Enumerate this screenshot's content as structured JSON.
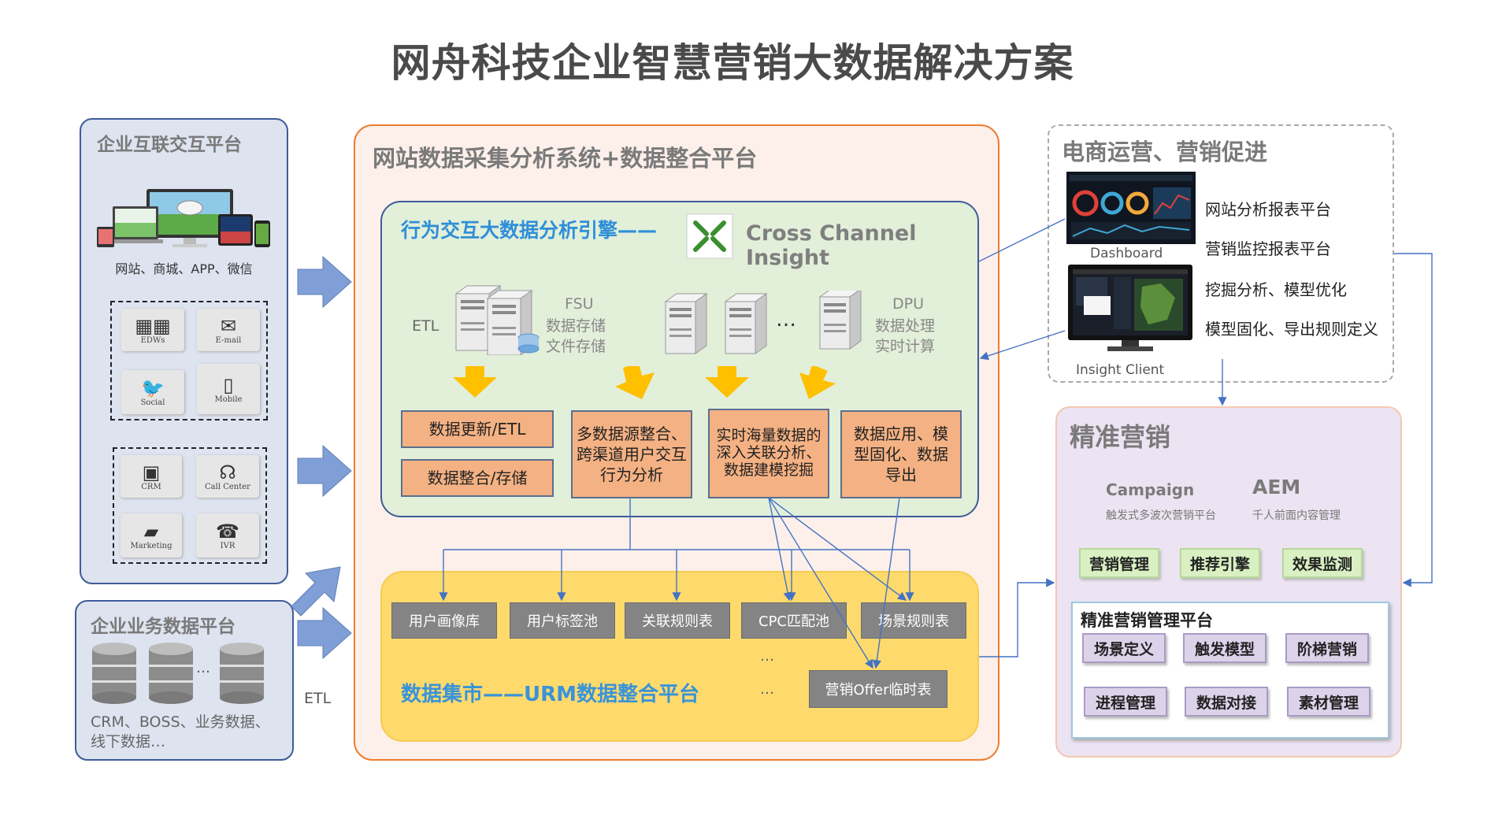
{
  "title": "网舟科技企业智慧营销大数据解决方案",
  "colors": {
    "blue_title": "#2f8fd8",
    "orange_box": "#f4b183",
    "gray_box": "#7f7f7f",
    "arrow_blue": "#7f9fd6",
    "arrow_yellow": "#ffc000"
  },
  "left_top": {
    "title": "企业互联交互平台",
    "devices_caption": "网站、商城、APP、微信",
    "icons1": [
      {
        "label": "EDWs",
        "icon": "server-cluster-icon"
      },
      {
        "label": "E-mail",
        "icon": "mail-icon"
      },
      {
        "label": "Social",
        "icon": "bird-icon"
      },
      {
        "label": "Mobile",
        "icon": "phone-icon"
      }
    ],
    "icons2": [
      {
        "label": "CRM",
        "icon": "crm-icon"
      },
      {
        "label": "Call Center",
        "icon": "headset-icon"
      },
      {
        "label": "Marketing",
        "icon": "card-icon"
      },
      {
        "label": "IVR",
        "icon": "telephone-icon"
      }
    ]
  },
  "left_bottom": {
    "title": "企业业务数据平台",
    "dots": "…",
    "caption_line1": "CRM、BOSS、业务数据、",
    "caption_line2": "线下数据…",
    "etl_label": "ETL"
  },
  "center": {
    "title": "网站数据采集分析系统+数据整合平台",
    "engine": {
      "title": "行为交互大数据分析引擎——",
      "brand": "Cross Channel Insight",
      "etl_label": "ETL",
      "fsu_title": "FSU",
      "fsu_line1": "数据存储",
      "fsu_line2": "文件存储",
      "dots": "…",
      "dpu_title": "DPU",
      "dpu_line1": "数据处理",
      "dpu_line2": "实时计算",
      "box1": "数据更新/ETL",
      "box2": "数据整合/存储",
      "box3": "多数据源整合、跨渠道用户交互行为分析",
      "box4": "实时海量数据的深入关联分析、数据建模挖掘",
      "box5": "数据应用、模型固化、数据导出"
    },
    "urm": {
      "title": "数据集市——URM数据整合平台",
      "tables": [
        "用户画像库",
        "用户标签池",
        "关联规则表",
        "CPC匹配池",
        "场景规则表"
      ],
      "dots1": "…",
      "dots2": "…",
      "offer": "营销Offer临时表"
    }
  },
  "right_top": {
    "title": "电商运营、营销促进",
    "dashboard_label": "Dashboard",
    "client_label": "Insight Client",
    "items": [
      "网站分析报表平台",
      "营销监控报表平台",
      "挖掘分析、模型优化",
      "模型固化、导出规则定义"
    ]
  },
  "right_bottom": {
    "title": "精准营销",
    "campaign_title": "Campaign",
    "campaign_sub": "触发式多波次营销平台",
    "aem_title": "AEM",
    "aem_sub": "千人前面内容管理",
    "green_buttons": [
      "营销管理",
      "推荐引擎",
      "效果监测"
    ],
    "platform_title": "精准营销管理平台",
    "purple_buttons": [
      "场景定义",
      "触发模型",
      "阶梯营销",
      "进程管理",
      "数据对接",
      "素材管理"
    ]
  }
}
